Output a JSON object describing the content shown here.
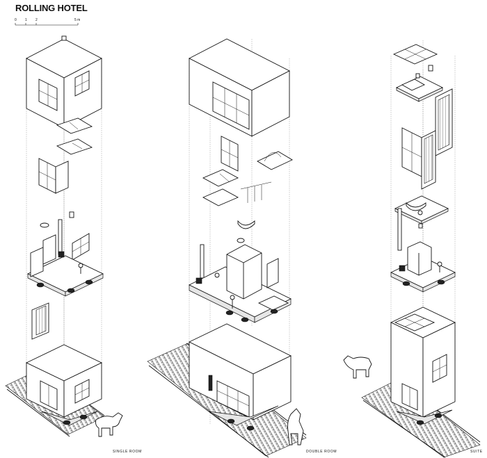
{
  "title": "ROLLING HOTEL",
  "scale_bar": {
    "ticks": [
      "0",
      "1",
      "2",
      "5 m"
    ]
  },
  "captions": {
    "single": "SINGLE ROOM",
    "double": "DOUBLE ROOM",
    "suite": "SUITE"
  }
}
